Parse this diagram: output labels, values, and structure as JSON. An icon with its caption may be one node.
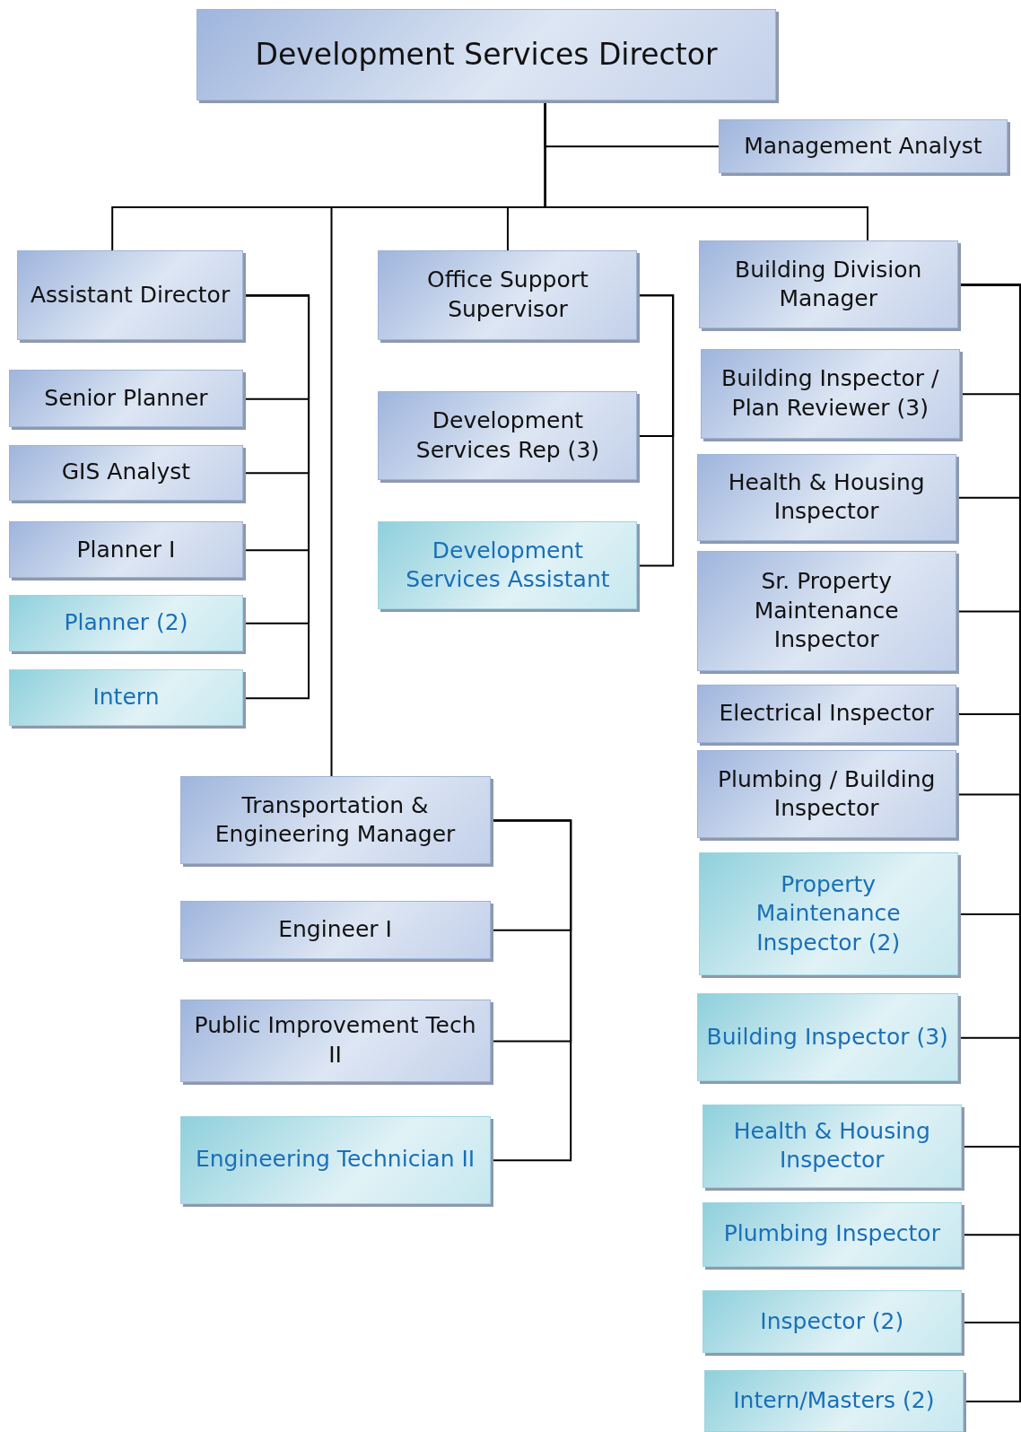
{
  "diagram": {
    "nodes": [
      {
        "text": [
          "Development Services Director"
        ]
      },
      {
        "text": [
          "Management Analyst"
        ]
      },
      {
        "text": [
          "Assistant Director"
        ]
      },
      {
        "text": [
          "Senior Planner"
        ]
      },
      {
        "text": [
          "GIS Analyst"
        ]
      },
      {
        "text": [
          "Planner I"
        ]
      },
      {
        "text": [
          "Planner (2)"
        ]
      },
      {
        "text": [
          "Intern"
        ]
      },
      {
        "text": [
          "Office Support Supervisor"
        ]
      },
      {
        "text": [
          "Development Services Rep (3)"
        ]
      },
      {
        "text": [
          "Development Services Assistant"
        ]
      },
      {
        "text": [
          "Building Division Manager"
        ]
      },
      {
        "text": [
          "Building Inspector / Plan Reviewer (3)"
        ]
      },
      {
        "text": [
          "Health & Housing Inspector"
        ]
      },
      {
        "text": [
          "Sr. Property Maintenance Inspector"
        ]
      },
      {
        "text": [
          "Electrical Inspector"
        ]
      },
      {
        "text": [
          "Plumbing / Building Inspector"
        ]
      },
      {
        "text": [
          "Property Maintenance Inspector (2)"
        ]
      },
      {
        "text": [
          "Building Inspector (3)"
        ]
      },
      {
        "text": [
          "Health & Housing Inspector"
        ]
      },
      {
        "text": [
          "Plumbing Inspector"
        ]
      },
      {
        "text": [
          "Inspector (2)"
        ]
      },
      {
        "text": [
          "Intern/Masters (2)"
        ]
      },
      {
        "text": [
          "Transportation & Engineering Manager"
        ]
      },
      {
        "text": [
          "Engineer I"
        ]
      },
      {
        "text": [
          "Public Improvement Tech II"
        ]
      },
      {
        "text": [
          "Engineering Technician II"
        ]
      }
    ],
    "edges": [
      {
        "from": 0,
        "to": 1,
        "arrow": "none"
      },
      {
        "from": 0,
        "to": 2,
        "arrow": "none"
      },
      {
        "from": 0,
        "to": 8,
        "arrow": "none"
      },
      {
        "from": 0,
        "to": 11,
        "arrow": "none"
      },
      {
        "from": 0,
        "to": 23,
        "arrow": "none"
      },
      {
        "from": 2,
        "to": 3,
        "arrow": "none"
      },
      {
        "from": 2,
        "to": 4,
        "arrow": "none"
      },
      {
        "from": 2,
        "to": 5,
        "arrow": "none"
      },
      {
        "from": 2,
        "to": 6,
        "arrow": "none"
      },
      {
        "from": 2,
        "to": 7,
        "arrow": "none"
      },
      {
        "from": 8,
        "to": 9,
        "arrow": "none"
      },
      {
        "from": 8,
        "to": 10,
        "arrow": "none"
      },
      {
        "from": 11,
        "to": 12,
        "arrow": "none"
      },
      {
        "from": 11,
        "to": 13,
        "arrow": "none"
      },
      {
        "from": 11,
        "to": 14,
        "arrow": "none"
      },
      {
        "from": 11,
        "to": 15,
        "arrow": "none"
      },
      {
        "from": 11,
        "to": 16,
        "arrow": "none"
      },
      {
        "from": 11,
        "to": 17,
        "arrow": "none"
      },
      {
        "from": 11,
        "to": 18,
        "arrow": "none"
      },
      {
        "from": 11,
        "to": 19,
        "arrow": "none"
      },
      {
        "from": 11,
        "to": 20,
        "arrow": "none"
      },
      {
        "from": 11,
        "to": 21,
        "arrow": "none"
      },
      {
        "from": 11,
        "to": 22,
        "arrow": "none"
      },
      {
        "from": 23,
        "to": 24,
        "arrow": "none"
      },
      {
        "from": 23,
        "to": 25,
        "arrow": "none"
      },
      {
        "from": 23,
        "to": 26,
        "arrow": "none"
      }
    ]
  }
}
